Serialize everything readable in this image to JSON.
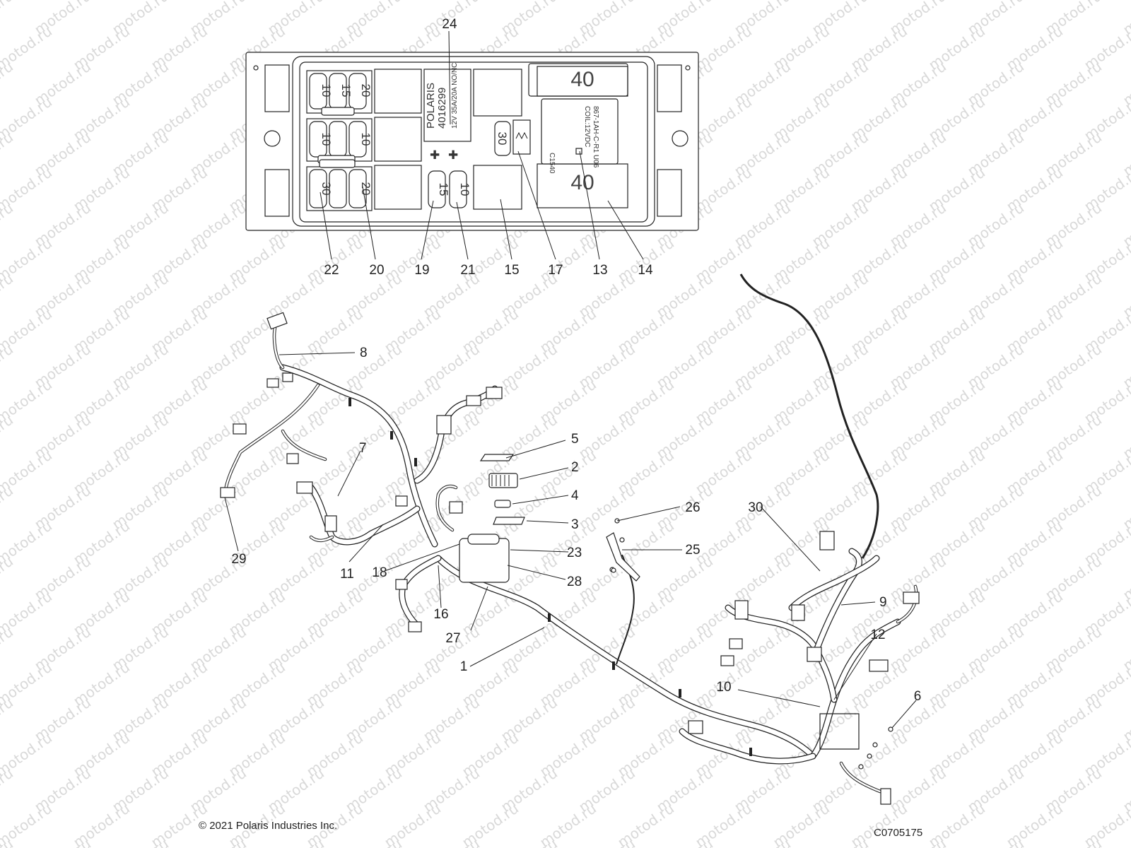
{
  "watermark": "motod.ru",
  "fuse_box": {
    "relay_part_label": "POLARIS",
    "relay_part_number": "4016299",
    "relay_spec": "12V 35A/20A NO/NC",
    "fuses_left": [
      "10",
      "15",
      "20",
      "10",
      "10",
      "30",
      "20"
    ],
    "fuses_mid": [
      "15",
      "10",
      "30"
    ],
    "large_relay_top": "40",
    "large_relay_bottom": "40",
    "relay_model": "867-1AH-C-R1 U06",
    "relay_coil": "COIL:12VDC",
    "relay_code": "C1540"
  },
  "callouts": {
    "c24": "24",
    "c22": "22",
    "c20": "20",
    "c19": "19",
    "c21": "21",
    "c15": "15",
    "c17": "17",
    "c13": "13",
    "c14": "14",
    "c8": "8",
    "c7": "7",
    "c29": "29",
    "c11": "11",
    "c5": "5",
    "c2": "2",
    "c4": "4",
    "c3": "3",
    "c23": "23",
    "c18": "18",
    "c28": "28",
    "c16": "16",
    "c27": "27",
    "c1": "1",
    "c26": "26",
    "c25": "25",
    "c30": "30",
    "c9": "9",
    "c12": "12",
    "c10": "10",
    "c6": "6"
  },
  "footer": {
    "copyright": "© 2021 Polaris Industries Inc.",
    "figure_code": "C0705175"
  }
}
